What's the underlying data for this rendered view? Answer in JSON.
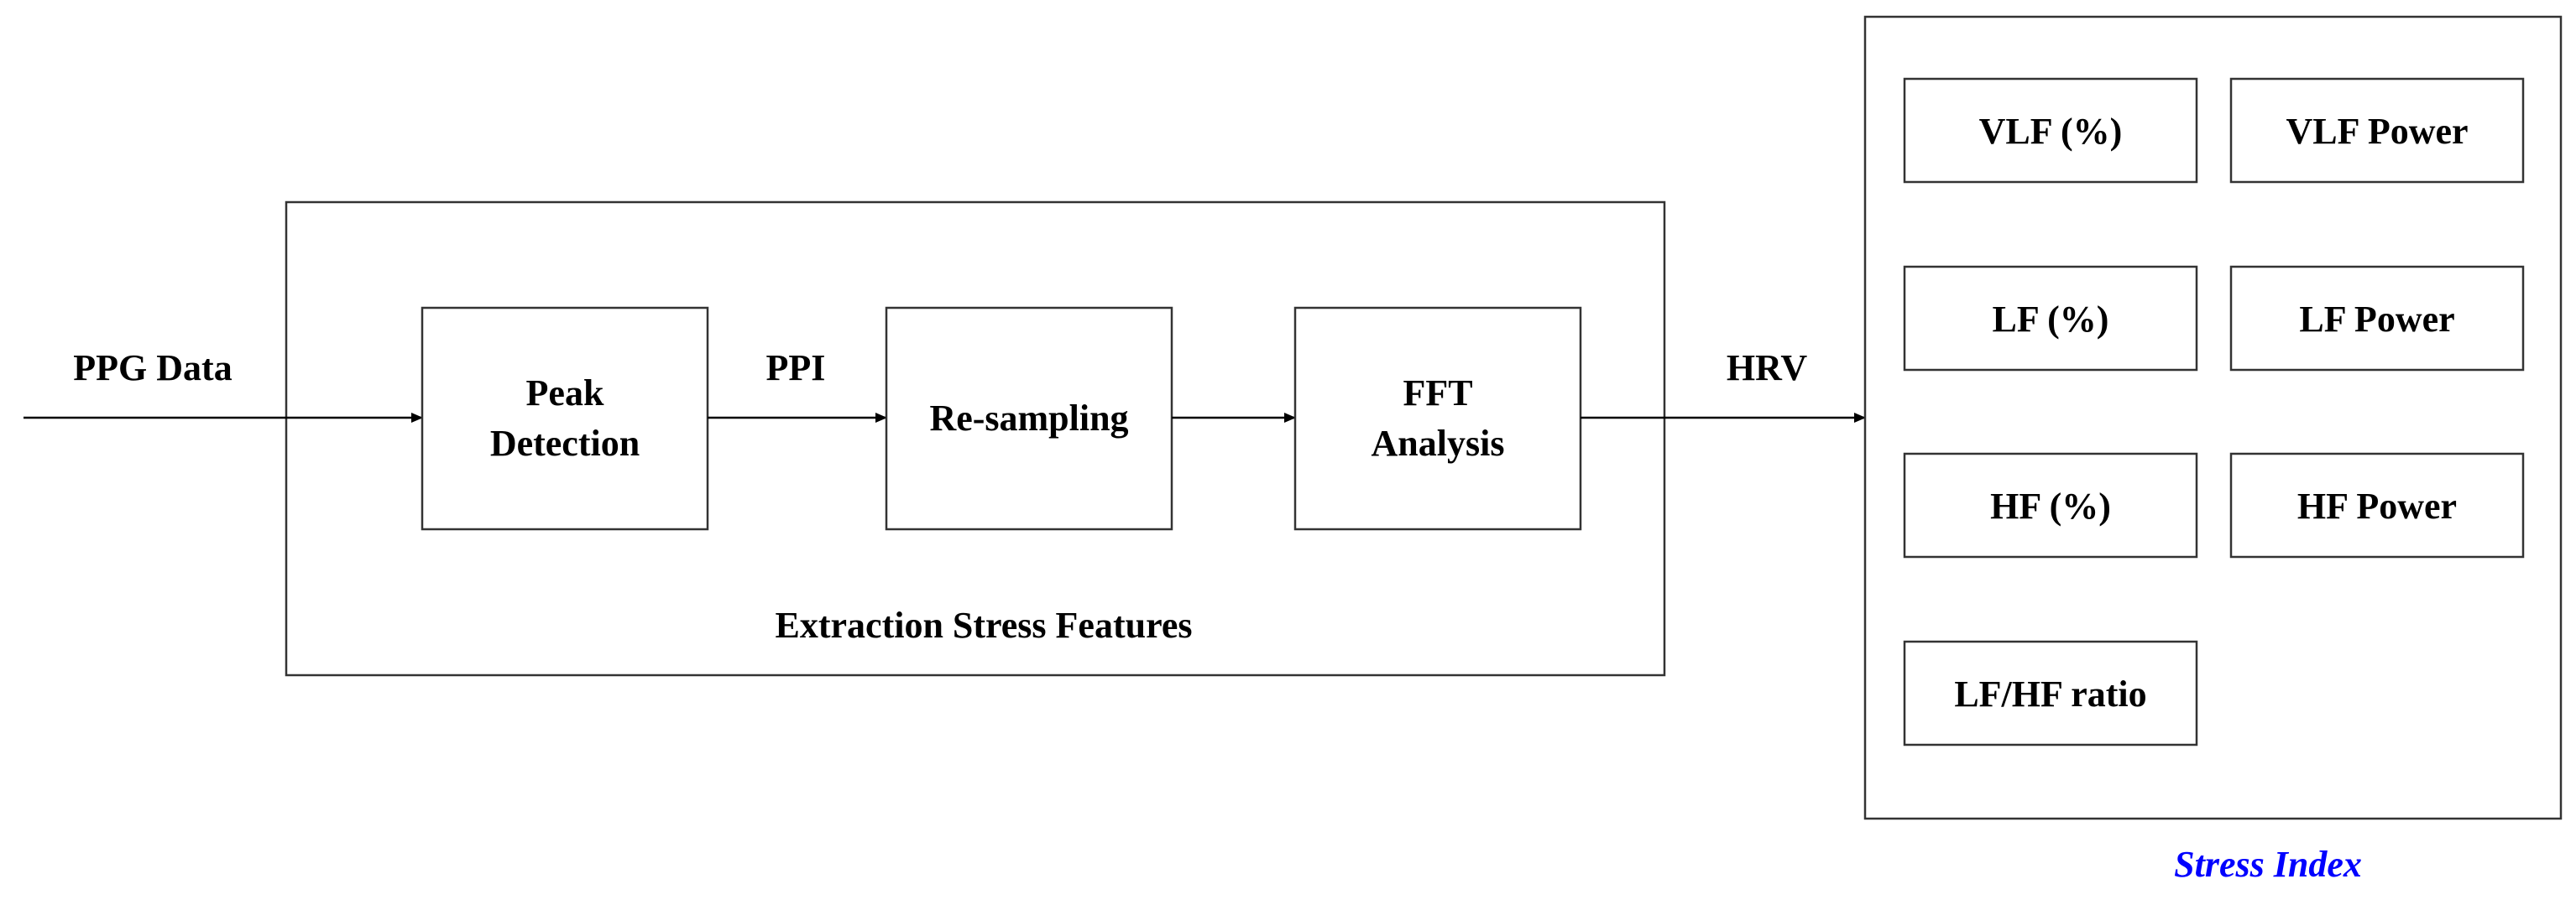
{
  "colors": {
    "line": "#000000",
    "box_border": "#333333",
    "stress_index_label": "#0000ff"
  },
  "input": {
    "label": "PPG Data"
  },
  "pipeline": {
    "caption": "Extraction Stress Features",
    "peak_detection": {
      "line1": "Peak",
      "line2": "Detection"
    },
    "ppi_label": "PPI",
    "resampling": {
      "label": "Re-sampling"
    },
    "fft_analysis": {
      "line1": "FFT",
      "line2": "Analysis"
    }
  },
  "output": {
    "label": "HRV"
  },
  "stress_index": {
    "title": "Stress Index",
    "features": [
      "VLF (%)",
      "VLF Power",
      "LF (%)",
      "LF Power",
      "HF (%)",
      "HF Power",
      "LF/HF ratio"
    ]
  }
}
